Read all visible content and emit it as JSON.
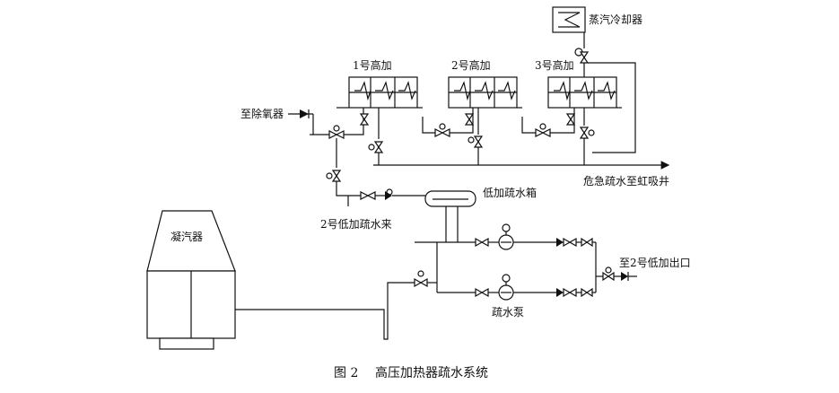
{
  "labels": {
    "hp1": "1号高加",
    "hp2": "2号高加",
    "hp3": "3号高加",
    "steam_cooler": "蒸汽冷却器",
    "to_deaerator": "至除氧器",
    "emergency_drain": "危急疏水至虹吸井",
    "lp_drain_tank": "低加疏水箱",
    "from_lp2_drain": "2号低加疏水来",
    "condenser": "凝汽器",
    "drain_pump": "疏水泵",
    "to_lp2_outlet": "至2号低加出口"
  },
  "caption": {
    "figure_number": "图 2",
    "title": "高压加热器疏水系统"
  },
  "colors": {
    "line": "#111111",
    "background": "#ffffff"
  }
}
